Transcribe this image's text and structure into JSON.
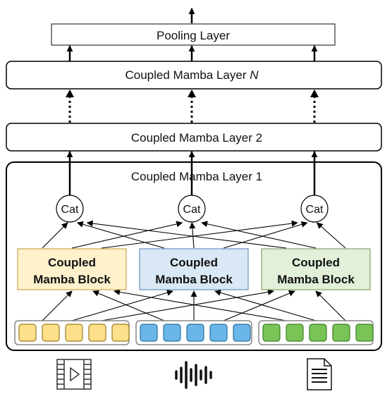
{
  "layers": {
    "pooling": "Pooling Layer",
    "layer_n_prefix": "Coupled Mamba Layer ",
    "layer_n_var": "N",
    "layer_2": "Coupled Mamba Layer 2",
    "layer_1": "Coupled Mamba Layer 1"
  },
  "cat_nodes": [
    "Cat",
    "Cat",
    "Cat"
  ],
  "blocks": [
    {
      "line1": "Coupled",
      "line2": "Mamba Block",
      "fill": "#fff1cc",
      "stroke": "#c9a64d"
    },
    {
      "line1": "Coupled",
      "line2": "Mamba Block",
      "fill": "#dae8f5",
      "stroke": "#6c8ebf"
    },
    {
      "line1": "Coupled",
      "line2": "Mamba Block",
      "fill": "#e2efd9",
      "stroke": "#7fa36a"
    }
  ],
  "token_groups": [
    {
      "count": 5,
      "fill": "#ffe08a",
      "stroke": "#9a7a20"
    },
    {
      "count": 5,
      "fill": "#6bb6e8",
      "stroke": "#2a6fa0"
    },
    {
      "count": 5,
      "fill": "#78c456",
      "stroke": "#3e7d25"
    }
  ],
  "modality_icons": [
    "video-icon",
    "audio-waveform-icon",
    "document-icon"
  ]
}
